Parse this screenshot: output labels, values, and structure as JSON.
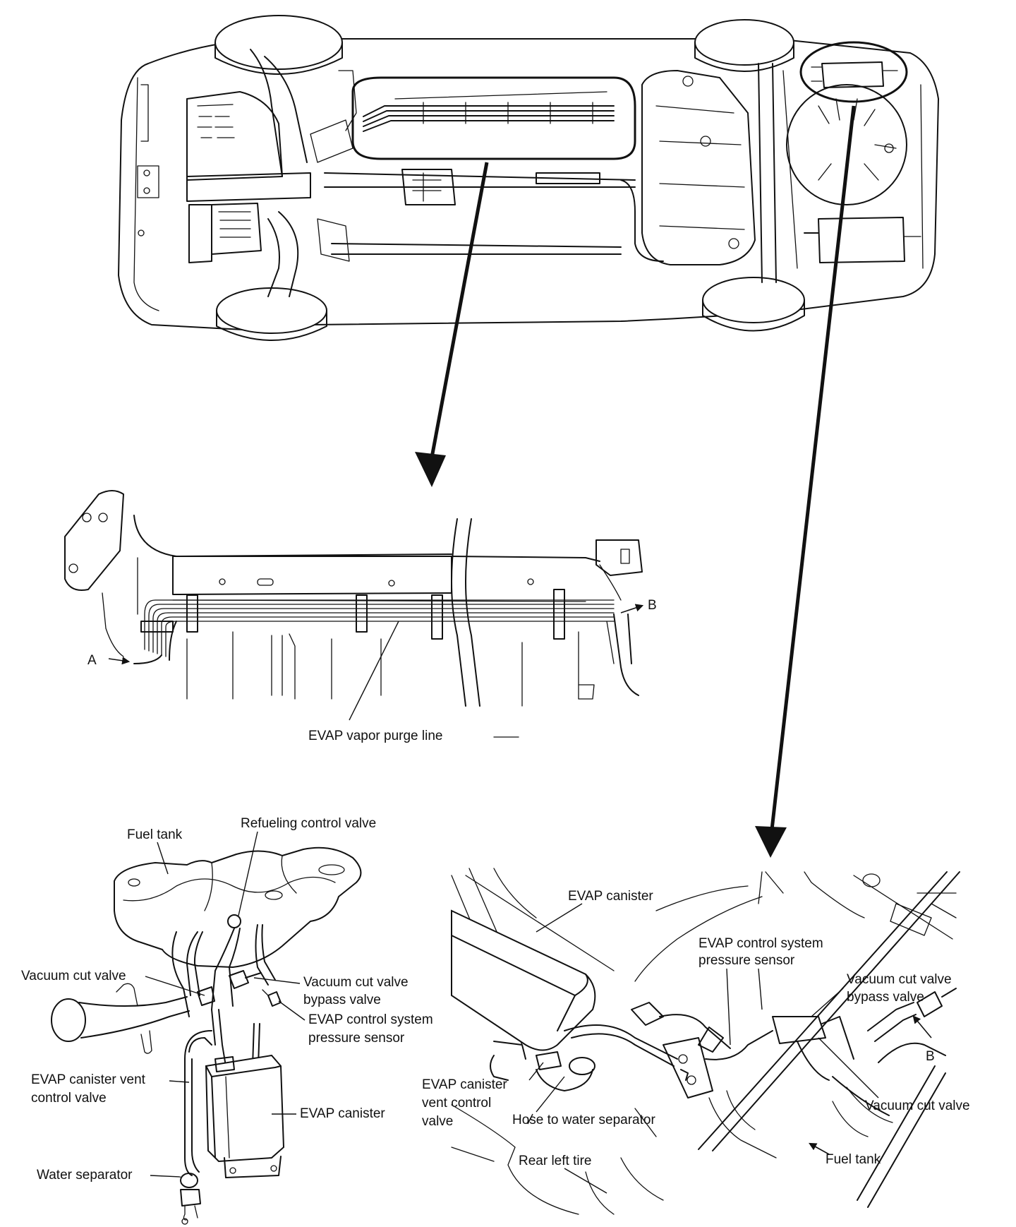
{
  "purge_line": {
    "label": "EVAP vapor purge line",
    "end_a": "A",
    "end_b": "B"
  },
  "left_detail": {
    "labels": {
      "fuel_tank": "Fuel tank",
      "refueling_valve": "Refueling control valve",
      "vacuum_cut_valve": "Vacuum cut valve",
      "bypass_1": "Vacuum cut valve",
      "bypass_2": "bypass valve",
      "sensor_1": "EVAP control system",
      "sensor_2": "pressure sensor",
      "vent_1": "EVAP canister vent",
      "vent_2": "control valve",
      "canister": "EVAP canister",
      "water_separator": "Water separator"
    }
  },
  "right_detail": {
    "labels": {
      "canister": "EVAP canister",
      "sensor_1": "EVAP control system",
      "sensor_2": "pressure sensor",
      "bypass_1": "Vacuum cut valve",
      "bypass_2": "bypass valve",
      "b_marker": "B",
      "vent_1": "EVAP canister",
      "vent_2": "vent control",
      "vent_3": "valve",
      "hose": "Hose to water separator",
      "vacuum_cut_valve": "Vacuum cut valve",
      "rear_tire": "Rear left tire",
      "fuel_tank": "Fuel tank"
    }
  }
}
